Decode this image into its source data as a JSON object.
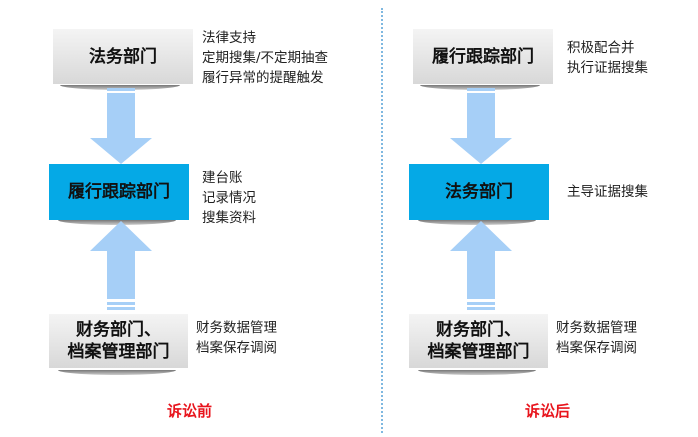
{
  "before": {
    "caption": "诉讼前",
    "top_box": "法务部门",
    "top_notes": [
      "法律支持",
      "定期搜集/不定期抽查",
      "履行异常的提醒触发"
    ],
    "middle_box": "履行跟踪部门",
    "middle_notes": [
      "建台账",
      "记录情况",
      "搜集资料"
    ],
    "bottom_box_lines": [
      "财务部门、",
      "档案管理部门"
    ],
    "bottom_notes": [
      "财务数据管理",
      "档案保存调阅"
    ]
  },
  "after": {
    "caption": "诉讼后",
    "top_box": "履行跟踪部门",
    "top_notes": [
      "积极配合并",
      "执行证据搜集"
    ],
    "middle_box": "法务部门",
    "middle_notes": [
      "主导证据搜集"
    ],
    "bottom_box_lines": [
      "财务部门、",
      "档案管理部门"
    ],
    "bottom_notes": [
      "财务数据管理",
      "档案保存调阅"
    ]
  },
  "colors": {
    "arrow": "#a6cff7",
    "highlight_box": "#05a9e6",
    "caption": "#e8141c"
  }
}
